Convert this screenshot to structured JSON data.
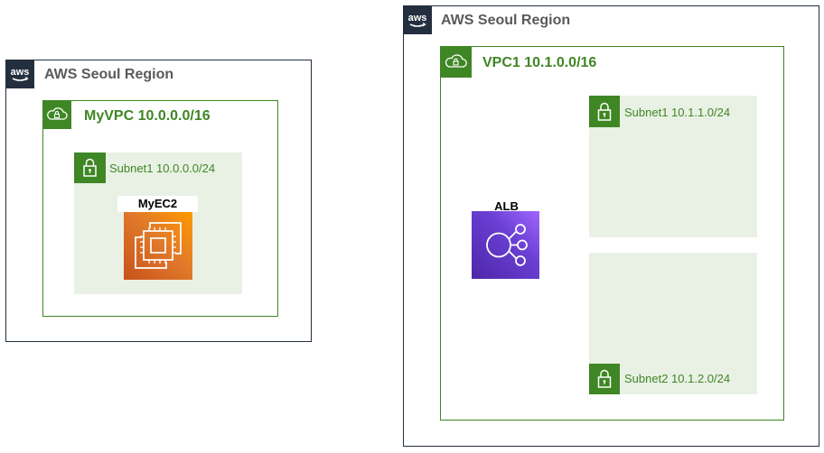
{
  "left": {
    "region": {
      "logo_icon": "aws-logo-icon",
      "title": "AWS Seoul Region"
    },
    "vpc": {
      "icon": "vpc-cloud-lock-icon",
      "title": "MyVPC 10.0.0.0/16"
    },
    "subnet": {
      "icon": "subnet-lock-icon",
      "title": "Subnet1 10.0.0.0/24"
    },
    "instance": {
      "icon": "ec2-instance-icon",
      "label": "MyEC2"
    }
  },
  "right": {
    "region": {
      "logo_icon": "aws-logo-icon",
      "title": "AWS Seoul Region"
    },
    "vpc": {
      "icon": "vpc-cloud-lock-icon",
      "title": "VPC1  10.1.0.0/16"
    },
    "load_balancer": {
      "icon": "alb-icon",
      "label": "ALB"
    },
    "subnets": [
      {
        "icon": "subnet-lock-icon",
        "title": "Subnet1 10.1.1.0/24"
      },
      {
        "icon": "subnet-lock-icon",
        "title": "Subnet2 10.1.2.0/24"
      }
    ]
  },
  "colors": {
    "region_border": "#232f3e",
    "vpc_green": "#3f8624",
    "subnet_fill": "#e9f1e5",
    "ec2_orange": "#e07a2a",
    "alb_purple": "#6a3fd4"
  }
}
